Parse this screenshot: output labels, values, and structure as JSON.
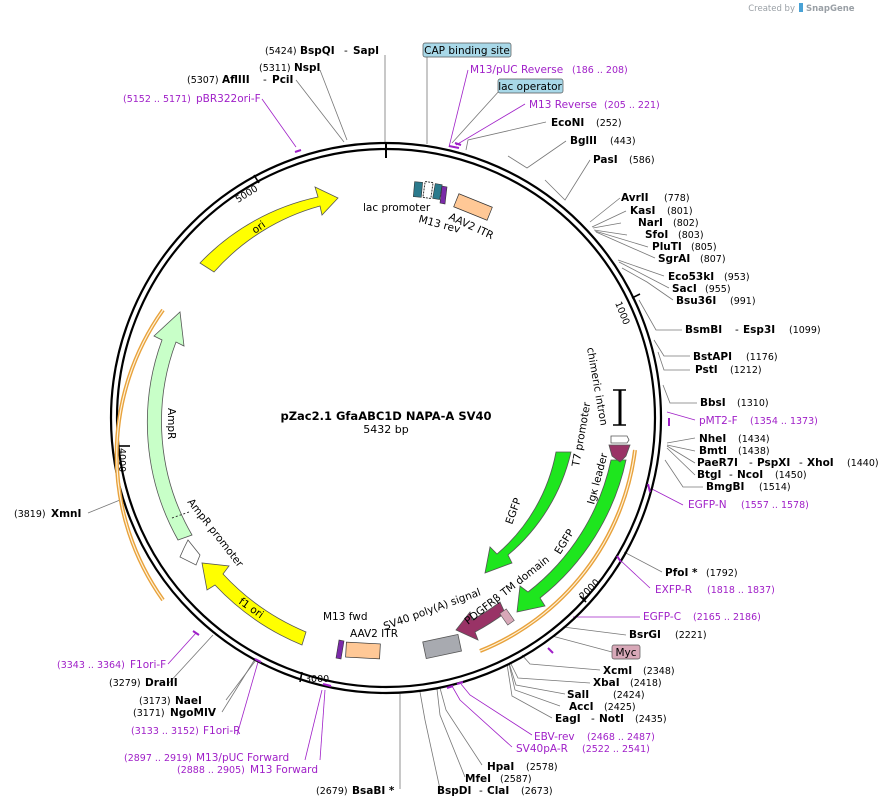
{
  "credit": {
    "created_by": "Created by",
    "brand": "SnapGene"
  },
  "plasmid": {
    "name": "pZac2.1 GfaABC1D NAPA-A SV40",
    "length": "5432 bp"
  },
  "tick_labels": [
    "1000",
    "2000",
    "3000",
    "4000",
    "5000"
  ],
  "feature_labels": {
    "lac_promoter": "lac promoter",
    "m13_rev": "M13 rev",
    "aav2_itr_top": "AAV2 ITR",
    "chimeric_intron": "chimeric intron",
    "t7_promoter": "T7 promoter",
    "igk_leader": "Igκ leader",
    "egfp_outer": "EGFP",
    "egfp_inner": "EGFP",
    "pdgfrb": "PDGFRβ TM domain",
    "sv40_polya": "SV40 poly(A) signal",
    "aav2_itr_bottom": "AAV2 ITR",
    "m13_fwd": "M13 fwd",
    "f1_ori": "f1 ori",
    "ampr_promoter": "AmpR promoter",
    "ampr": "AmpR",
    "ori": "ori"
  },
  "boxed": {
    "cap": "CAP binding site",
    "lac_operator": "lac operator",
    "myc": "Myc"
  },
  "enzymes": {
    "bspqi": {
      "pos": "(5424)",
      "name": "BspQI",
      "sep": "-",
      "name2": "SapI"
    },
    "nspi": {
      "pos": "(5311)",
      "name": "NspI"
    },
    "afliii": {
      "pos": "(5307)",
      "name": "AflIII",
      "sep": "-",
      "name2": "PciI"
    },
    "econi": {
      "name": "EcoNI",
      "pos": "(252)"
    },
    "bglii": {
      "name": "BglII",
      "pos": "(443)"
    },
    "pasi": {
      "name": "PasI",
      "pos": "(586)"
    },
    "avrii": {
      "name": "AvrII",
      "pos": "(778)"
    },
    "kasi": {
      "name": "KasI",
      "pos": "(801)"
    },
    "nari": {
      "name": "NarI",
      "pos": "(802)"
    },
    "sfoi": {
      "name": "SfoI",
      "pos": "(803)"
    },
    "pluti": {
      "name": "PluTI",
      "pos": "(805)"
    },
    "sgrai": {
      "name": "SgrAI",
      "pos": "(807)"
    },
    "eco53ki": {
      "name": "Eco53kI",
      "pos": "(953)"
    },
    "saci": {
      "name": "SacI",
      "pos": "(955)"
    },
    "bsu36i": {
      "name": "Bsu36I",
      "pos": "(991)"
    },
    "bsmbi": {
      "name": "BsmBI",
      "sep": "-",
      "name2": "Esp3I",
      "pos": "(1099)"
    },
    "bstapi": {
      "name": "BstAPI",
      "pos": "(1176)"
    },
    "psti": {
      "name": "PstI",
      "pos": "(1212)"
    },
    "bbsi": {
      "name": "BbsI",
      "pos": "(1310)"
    },
    "nhei": {
      "name": "NheI",
      "pos": "(1434)"
    },
    "bmti": {
      "name": "BmtI",
      "pos": "(1438)"
    },
    "paer7i": {
      "name": "PaeR7I",
      "sep": "-",
      "name2": "PspXI",
      "sep2": "-",
      "name3": "XhoI",
      "pos": "(1440)"
    },
    "btgi": {
      "name": "BtgI",
      "sep": "-",
      "name2": "NcoI",
      "pos": "(1450)"
    },
    "bmgbi": {
      "name": "BmgBI",
      "pos": "(1514)"
    },
    "pfoi": {
      "name": "PfoI *",
      "pos": "(1792)"
    },
    "bsrgi": {
      "name": "BsrGI",
      "pos": "(2221)"
    },
    "xcmi": {
      "name": "XcmI",
      "pos": "(2348)"
    },
    "xbai": {
      "name": "XbaI",
      "pos": "(2418)"
    },
    "sali": {
      "name": "SalI",
      "pos": "(2424)"
    },
    "acci": {
      "name": "AccI",
      "pos": "(2425)"
    },
    "eagi": {
      "name": "EagI",
      "sep": "-",
      "name2": "NotI",
      "pos": "(2435)"
    },
    "hpai": {
      "name": "HpaI",
      "pos": "(2578)"
    },
    "mfei": {
      "name": "MfeI",
      "pos": "(2587)"
    },
    "bspdi": {
      "name": "BspDI",
      "sep": "-",
      "name2": "ClaI",
      "pos": "(2673)"
    },
    "bsabi": {
      "pos": "(2679)",
      "name": "BsaBI *"
    },
    "draiii": {
      "pos": "(3279)",
      "name": "DraIII"
    },
    "naei": {
      "pos": "(3173)",
      "name": "NaeI"
    },
    "ngomiv": {
      "pos": "(3171)",
      "name": "NgoMIV"
    },
    "xmni": {
      "pos": "(3819)",
      "name": "XmnI"
    }
  },
  "primers": {
    "m13puc_rev": {
      "name": "M13/pUC Reverse",
      "pos": "(186 .. 208)"
    },
    "m13_rev": {
      "name": "M13 Reverse",
      "pos": "(205 .. 221)"
    },
    "pbr322": {
      "pos": "(5152 .. 5171)",
      "name": "pBR322ori-F"
    },
    "pmt2": {
      "name": "pMT2-F",
      "pos": "(1354 .. 1373)"
    },
    "egfpn": {
      "name": "EGFP-N",
      "pos": "(1557 .. 1578)"
    },
    "exfpr": {
      "name": "EXFP-R",
      "pos": "(1818 .. 1837)"
    },
    "egfpc": {
      "name": "EGFP-C",
      "pos": "(2165 .. 2186)"
    },
    "ebvrev": {
      "name": "EBV-rev",
      "pos": "(2468 .. 2487)"
    },
    "sv40par": {
      "name": "SV40pA-R",
      "pos": "(2522 .. 2541)"
    },
    "f1orif": {
      "pos": "(3343 .. 3364)",
      "name": "F1ori-F"
    },
    "f1orir": {
      "pos": "(3133 .. 3152)",
      "name": "F1ori-R"
    },
    "m13puc_fwd": {
      "pos": "(2897 .. 2919)",
      "name": "M13/pUC Forward"
    },
    "m13_fwd": {
      "pos": "(2888 .. 2905)",
      "name": "M13 Forward"
    }
  },
  "colors": {
    "backbone": "#000000",
    "egfp": "#1ee61e",
    "yellow_feature": "#ffff00",
    "ampr": "#c8ffc8",
    "itr": "#ffc896",
    "maroon": "#993366",
    "primer": "#a020c8",
    "orange": "#e8a23c",
    "lac_operator_box": "#a8d8e8",
    "myc_box": "#d8a8b8",
    "snapgene_blue": "#49a2d6"
  }
}
